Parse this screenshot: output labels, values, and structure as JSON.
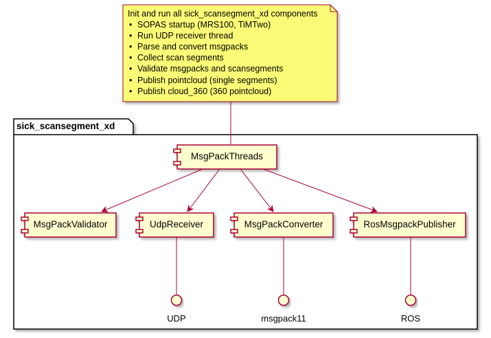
{
  "note": {
    "title": "Init and run all sick_scansegment_xd components",
    "items": [
      "SOPAS startup (MRS100, TiMTwo)",
      "Run UDP receiver thread",
      "Parse and convert msgpacks",
      "Collect scan segments",
      "Validate msgpacks and scansegments",
      "Publish pointcloud (single segments)",
      "Publish cloud_360 (360 pointcloud)"
    ]
  },
  "package": {
    "title": "sick_scansegment_xd"
  },
  "components": {
    "threads": "MsgPackThreads",
    "validator": "MsgPackValidator",
    "receiver": "UdpReceiver",
    "converter": "MsgPackConverter",
    "publisher": "RosMsgpackPublisher"
  },
  "interfaces": {
    "udp": "UDP",
    "msgpack": "msgpack11",
    "ros": "ROS"
  },
  "colors": {
    "note_fill": "#FBFB77",
    "note_border": "#A80036",
    "component_fill": "#FEFECE",
    "component_border": "#A80036",
    "arrow": "#A80036",
    "package_border": "#000000"
  }
}
